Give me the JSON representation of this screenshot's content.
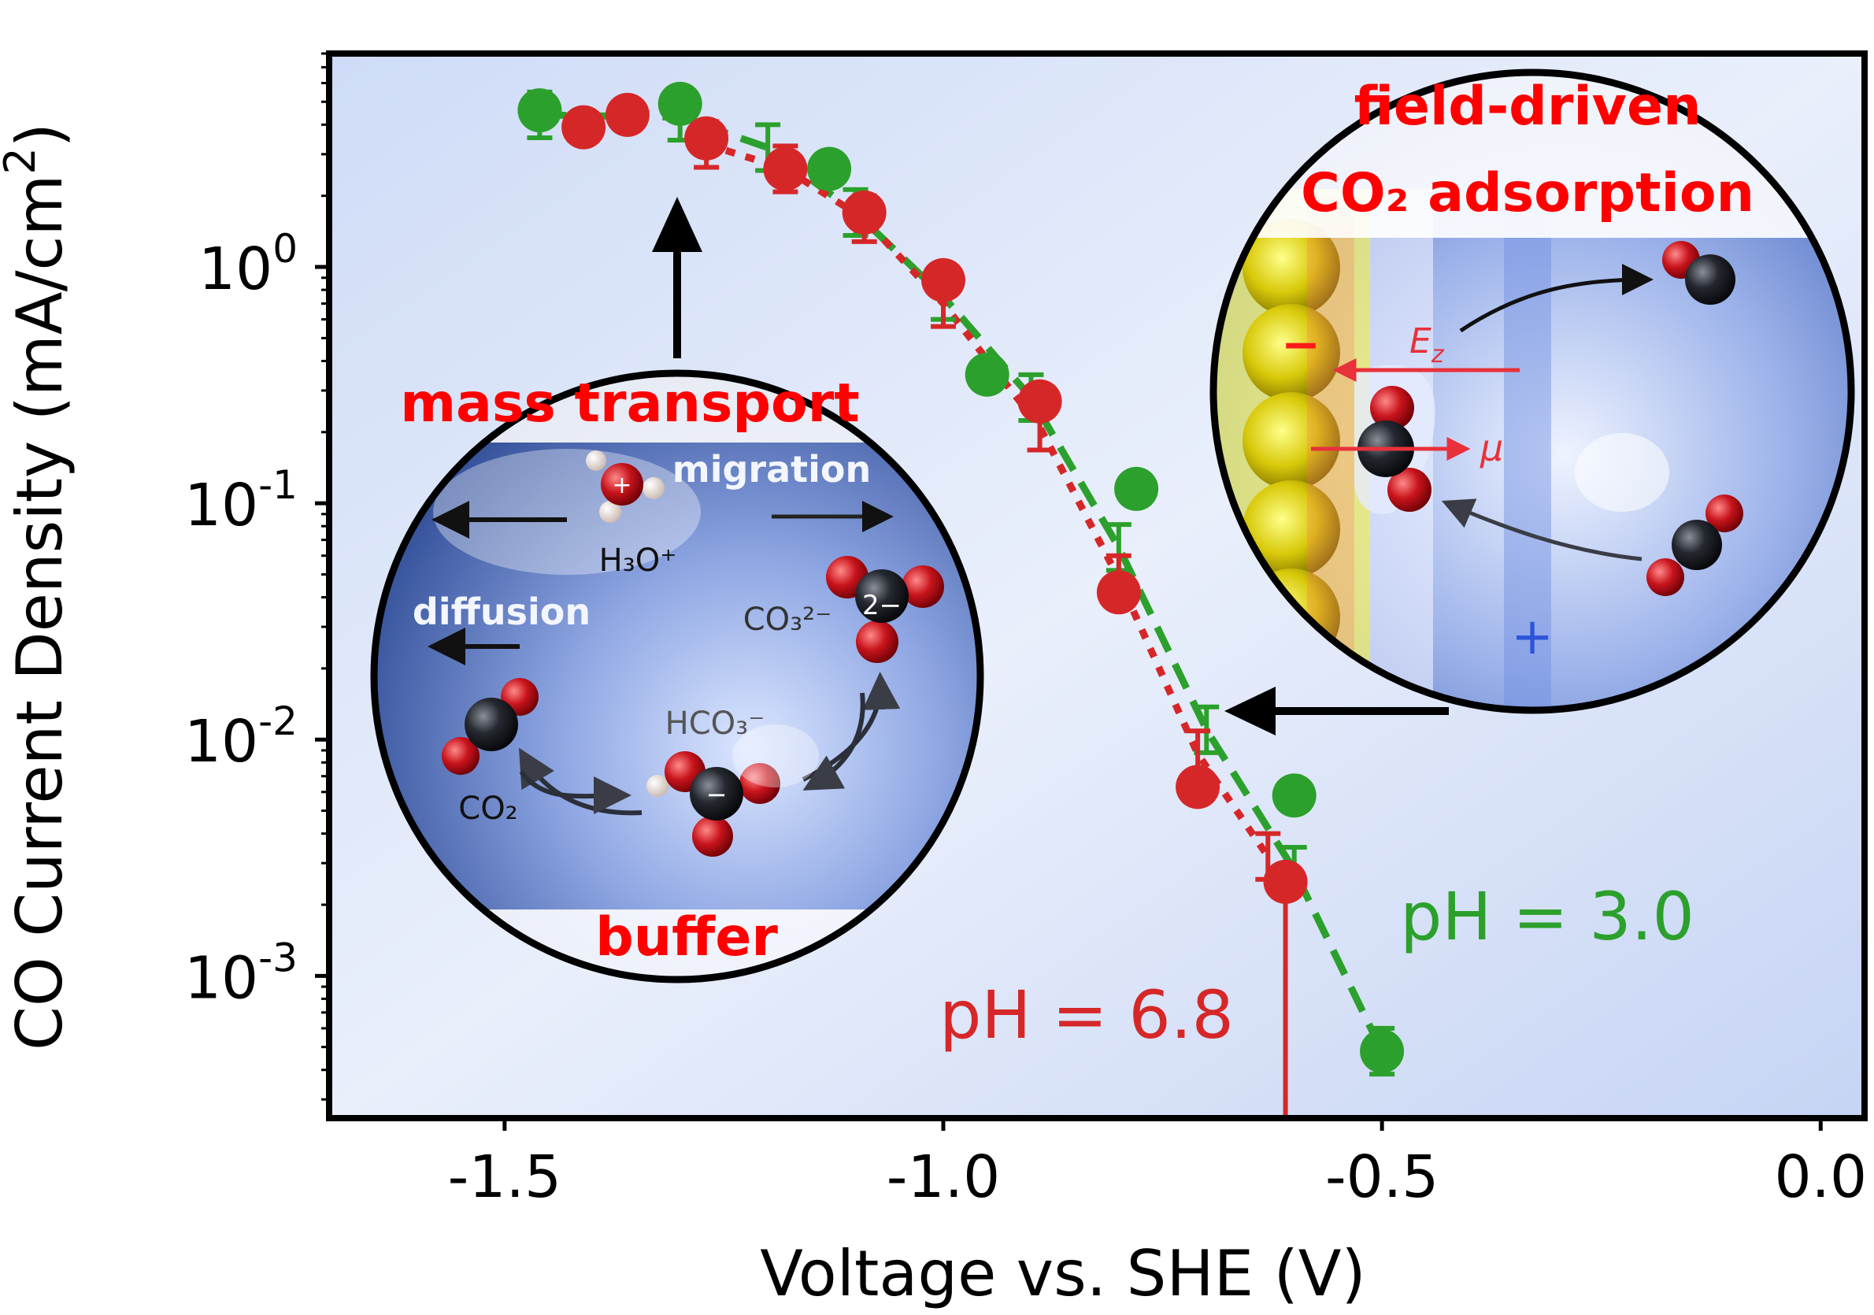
{
  "chart_data": {
    "type": "scatter",
    "xlabel": "Voltage vs. SHE (V)",
    "ylabel_text": "CO Current Density (mA/cm",
    "ylabel_sup": "2",
    "ylabel_close": ")",
    "yscale": "log",
    "xlim": [
      -1.7,
      0.05
    ],
    "ylim": [
      0.00025,
      8
    ],
    "x_ticks": [
      -1.5,
      -1.0,
      -0.5,
      0.0
    ],
    "x_tick_labels": [
      "-1.5",
      "-1.0",
      "-0.5",
      "0.0"
    ],
    "y_ticks": [
      {
        "value": 1,
        "base": "10",
        "exp": "0"
      },
      {
        "value": 0.1,
        "base": "10",
        "exp": "-1"
      },
      {
        "value": 0.01,
        "base": "10",
        "exp": "-2"
      },
      {
        "value": 0.001,
        "base": "10",
        "exp": "-3"
      }
    ],
    "grid": false,
    "series": [
      {
        "name": "pH = 3.0",
        "color": "#2ca02c",
        "line": "dashed",
        "points": [
          {
            "x": -1.46,
            "y": 4.6
          },
          {
            "x": -1.3,
            "y": 4.9
          },
          {
            "x": -1.13,
            "y": 2.6
          },
          {
            "x": -0.95,
            "y": 0.35
          },
          {
            "x": -0.78,
            "y": 0.115
          },
          {
            "x": -0.6,
            "y": 0.0058
          },
          {
            "x": -0.5,
            "y": 0.00048
          }
        ],
        "fit": [
          {
            "x": -1.46,
            "y": 4.4
          },
          {
            "x": -1.3,
            "y": 4.3
          },
          {
            "x": -1.2,
            "y": 3.2
          },
          {
            "x": -1.1,
            "y": 1.7
          },
          {
            "x": -1.0,
            "y": 0.75
          },
          {
            "x": -0.9,
            "y": 0.28
          },
          {
            "x": -0.8,
            "y": 0.065
          },
          {
            "x": -0.7,
            "y": 0.011
          },
          {
            "x": -0.6,
            "y": 0.0028
          },
          {
            "x": -0.5,
            "y": 0.00048
          }
        ]
      },
      {
        "name": "pH = 6.8",
        "color": "#d62728",
        "line": "dotted",
        "points": [
          {
            "x": -1.41,
            "y": 3.9
          },
          {
            "x": -1.36,
            "y": 4.4
          },
          {
            "x": -1.27,
            "y": 3.5
          },
          {
            "x": -1.18,
            "y": 2.6
          },
          {
            "x": -1.09,
            "y": 1.7
          },
          {
            "x": -1.0,
            "y": 0.88
          },
          {
            "x": -0.89,
            "y": 0.27
          },
          {
            "x": -0.8,
            "y": 0.042
          },
          {
            "x": -0.71,
            "y": 0.0063
          },
          {
            "x": -0.61,
            "y": 0.0025
          }
        ],
        "fit": [
          {
            "x": -1.27,
            "y": 3.3
          },
          {
            "x": -1.18,
            "y": 2.6
          },
          {
            "x": -1.09,
            "y": 1.6
          },
          {
            "x": -1.0,
            "y": 0.7
          },
          {
            "x": -0.89,
            "y": 0.21
          },
          {
            "x": -0.8,
            "y": 0.048
          },
          {
            "x": -0.71,
            "y": 0.0087
          },
          {
            "x": -0.63,
            "y": 0.0032
          }
        ]
      }
    ],
    "annotations": {
      "ph_green": "pH = 3.0",
      "ph_red": "pH = 6.8"
    }
  },
  "inset_left": {
    "title": "mass transport",
    "bottom": "buffer",
    "migration": "migration",
    "diffusion": "diffusion",
    "h3o": "H₃O⁺",
    "co3": "CO₃²⁻",
    "hco3": "HCO₃⁻",
    "co2": "CO₂",
    "charge_co3": "2−",
    "charge_hco3": "−",
    "charge_h3o": "+"
  },
  "inset_right": {
    "title_line1": "field-driven",
    "title_line2": "CO₂ adsorption",
    "ez": "E",
    "ez_sub": "z",
    "mu": "μ",
    "minus": "−",
    "plus": "+"
  },
  "colors": {
    "green": "#2ca02c",
    "red": "#d62728",
    "title_red": "#ff0000"
  }
}
